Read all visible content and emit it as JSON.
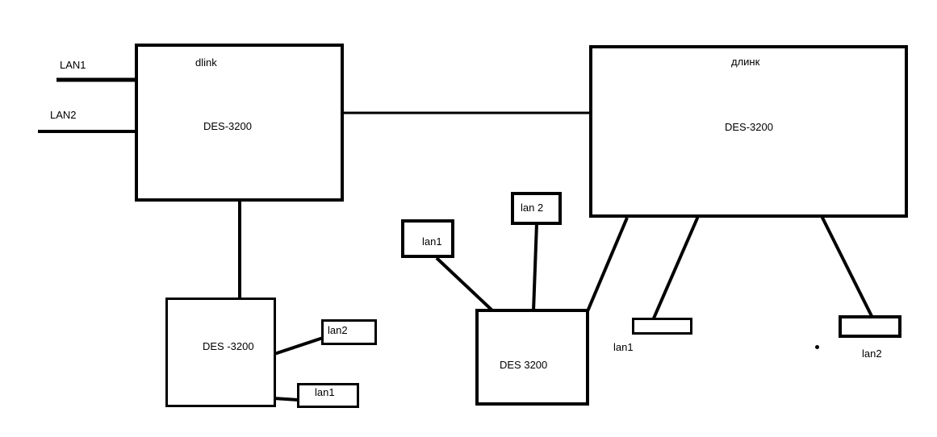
{
  "colors": {
    "line": "#000000",
    "background": "#ffffff"
  },
  "left_main": {
    "brand": "dlink",
    "model": "DES-3200"
  },
  "right_main": {
    "brand": "длинк",
    "model": "DES-3200"
  },
  "uplinks": {
    "lan1": "LAN1",
    "lan2": "LAN2"
  },
  "bottom_left": {
    "model": "DES -3200",
    "lan2": "lan2",
    "lan1": "lan1"
  },
  "bottom_mid": {
    "model": "DES 3200",
    "lan1": "lan1",
    "lan2": "lan 2"
  },
  "right_ports": {
    "lan1": "lan1",
    "lan2": "lan2"
  }
}
